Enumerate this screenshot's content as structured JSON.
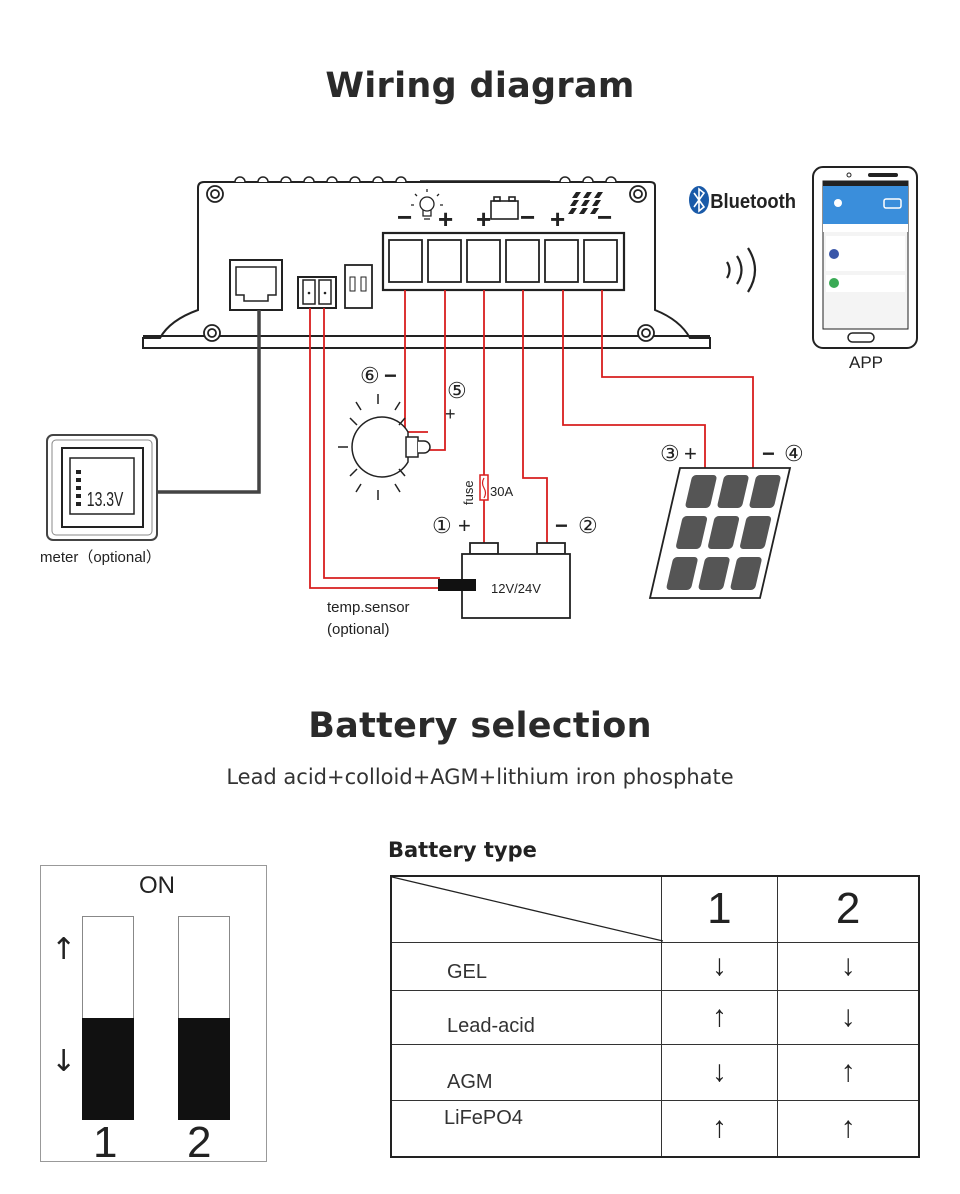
{
  "wiring": {
    "title": "Wiring diagram",
    "bluetooth_label": "Bluetooth",
    "app_label": "APP",
    "meter_label": "meter（optional）",
    "meter_reading": "13.3V",
    "battery_label": "12V/24V",
    "fuse_label": "fuse",
    "fuse_rating": "30A",
    "temp_sensor_label_1": "temp.sensor",
    "temp_sensor_label_2": "(optional)",
    "terminals": {
      "n1": "①",
      "n1_sign": "+",
      "n2": "②",
      "n2_sign": "−",
      "n3": "③",
      "n3_sign": "+",
      "n4": "④",
      "n4_sign": "−",
      "n5": "⑤",
      "n5_sign": "+",
      "n6": "⑥",
      "n6_sign": "−"
    },
    "port_signs": {
      "load_minus": "−",
      "load_plus": "+",
      "bat_plus": "+",
      "bat_minus": "−",
      "pv_plus": "+",
      "pv_minus": "−"
    },
    "wire_color": "#d81e1e"
  },
  "battery_selection": {
    "title": "Battery selection",
    "subtitle": "Lead acid+colloid+AGM+lithium iron phosphate",
    "dip": {
      "on_label": "ON",
      "switch_1": "1",
      "switch_2": "2",
      "up_arrow": "↑",
      "down_arrow": "↓",
      "state_1": "down",
      "state_2": "down"
    },
    "table": {
      "title": "Battery type",
      "columns": [
        "1",
        "2"
      ],
      "rows": [
        {
          "type": "GEL",
          "s1": "↓",
          "s2": "↓"
        },
        {
          "type": "Lead-acid",
          "s1": "↑",
          "s2": "↓"
        },
        {
          "type": "AGM",
          "s1": "↓",
          "s2": "↑"
        },
        {
          "type": "LiFePO4",
          "s1": "↑",
          "s2": "↑"
        }
      ]
    }
  }
}
